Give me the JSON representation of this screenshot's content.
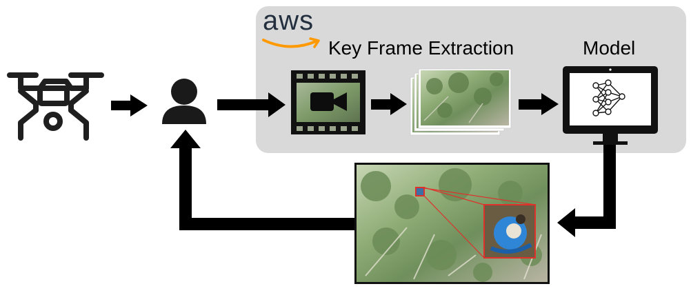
{
  "aws_panel": {
    "logo_text": "aws",
    "logo_accent_color": "#ff9900",
    "panel_color": "#d9d9d9"
  },
  "labels": {
    "key_frame_extraction": "Key Frame Extraction",
    "model": "Model"
  },
  "icons": {
    "drone": "drone-icon",
    "user": "user-icon",
    "video": "video-filmstrip-icon",
    "frames": "extracted-frames-stack",
    "model": "monitor-neural-network-icon",
    "result": "detection-result-image"
  },
  "colors": {
    "arrow": "#000000",
    "highlight": "#e0302a",
    "foliage": "#8fae7a",
    "person_jacket": "#2f86d6"
  }
}
